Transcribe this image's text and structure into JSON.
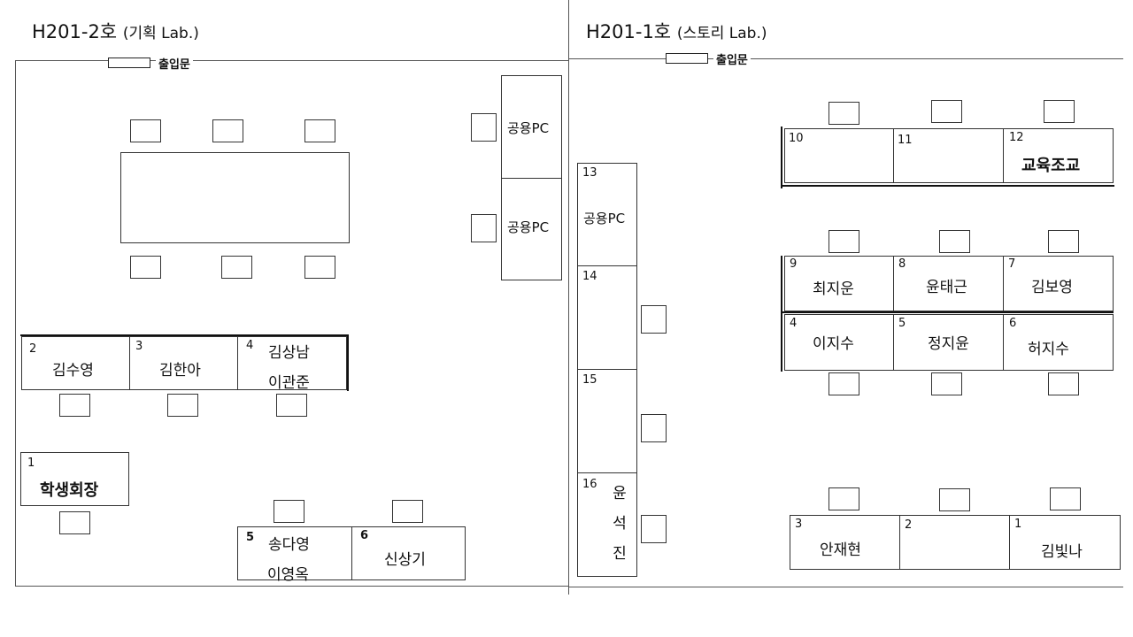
{
  "rooms": {
    "left": {
      "code": "H201-2호",
      "sub": "(기획 Lab.)",
      "door": "출입문"
    },
    "right": {
      "code": "H201-1호",
      "sub": "(스토리 Lab.)",
      "door": "출입문"
    }
  },
  "left_seats": {
    "shared_pc_1": "공용PC",
    "shared_pc_2": "공용PC",
    "seat2": {
      "num": "2",
      "name": "김수영"
    },
    "seat3": {
      "num": "3",
      "name": "김한아"
    },
    "seat4": {
      "num": "4",
      "name1": "김상남",
      "name2": "이관준"
    },
    "seat1": {
      "num": "1",
      "name": "학생회장"
    },
    "seat5": {
      "num": "5",
      "name1": "송다영",
      "name2": "이영옥"
    },
    "seat6": {
      "num": "6",
      "name": "신상기"
    }
  },
  "right_seats": {
    "seat13": {
      "num": "13",
      "name": "공용PC"
    },
    "seat14": {
      "num": "14"
    },
    "seat15": {
      "num": "15"
    },
    "seat16": {
      "num": "16",
      "chars": [
        "윤",
        "석",
        "진"
      ]
    },
    "seat10": {
      "num": "10"
    },
    "seat11": {
      "num": "11"
    },
    "seat12": {
      "num": "12",
      "name": "교육조교"
    },
    "seat9": {
      "num": "9",
      "name": "최지운"
    },
    "seat8": {
      "num": "8",
      "name": "윤태근"
    },
    "seat7": {
      "num": "7",
      "name": "김보영"
    },
    "seat4": {
      "num": "4",
      "name": "이지수"
    },
    "seat5": {
      "num": "5",
      "name": "정지윤"
    },
    "seat6": {
      "num": "6",
      "name": "허지수"
    },
    "seat3": {
      "num": "3",
      "name": "안재현"
    },
    "seat2": {
      "num": "2"
    },
    "seat1": {
      "num": "1",
      "name": "김빛나"
    }
  }
}
